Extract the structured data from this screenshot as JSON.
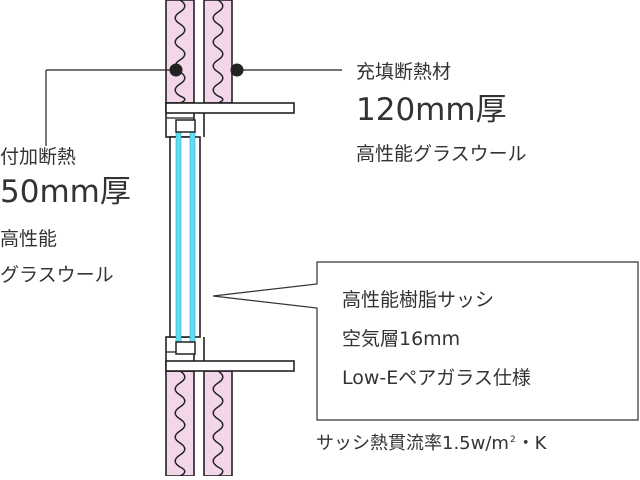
{
  "colors": {
    "insulation": "#f3d6ea",
    "glass": "#62dcf2",
    "line": "#222222",
    "text": "#333333"
  },
  "labels": {
    "fill_title": "充填断熱材",
    "fill_thickness": "120mm厚",
    "fill_material": "高性能グラスウール",
    "add_title": "付加断熱",
    "add_thickness": "50mm厚",
    "add_material_1": "高性能",
    "add_material_2": "グラスウール",
    "sash_line1": "高性能樹脂サッシ",
    "sash_line2": "空気層16mm",
    "sash_line3": "Low-Eペアガラス仕様",
    "note_prefix": "サッシ熱貫流率1.5w/m",
    "note_sup": "2",
    "note_suffix": "・K"
  },
  "icons": [
    "leader-dot-icon",
    "insulation-wave-icon"
  ]
}
